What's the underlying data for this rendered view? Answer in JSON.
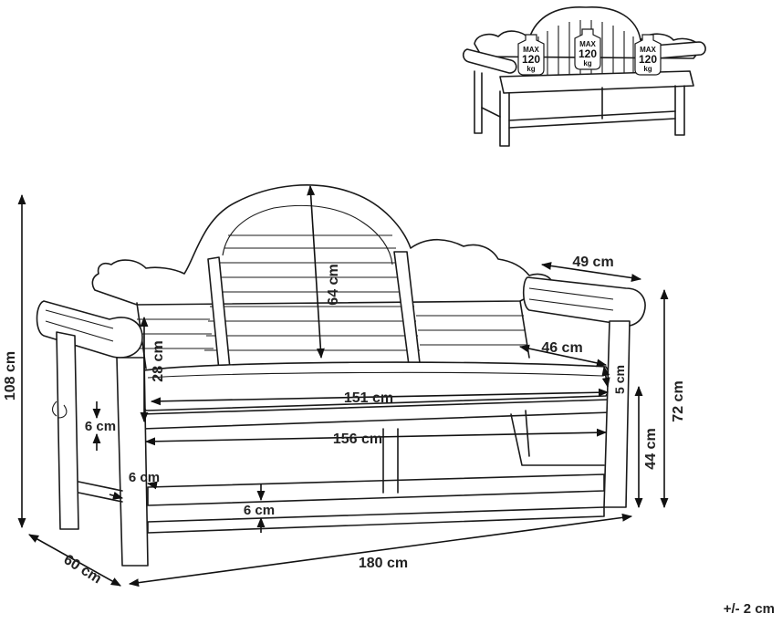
{
  "dimensions": {
    "total_height": "108 cm",
    "depth": "60 cm",
    "total_width": "180 cm",
    "backrest_height": "64 cm",
    "armrest_depth": "49 cm",
    "cushion_depth": "46 cm",
    "seat_back_height": "28 cm",
    "cushion_thickness": "5 cm",
    "cushion_width": "151 cm",
    "seat_width": "156 cm",
    "armrest_height": "72 cm",
    "seat_height": "44 cm",
    "leg_thickness": "6 cm",
    "rail_thickness": "6 cm",
    "stretcher_thickness": "6 cm"
  },
  "weights": [
    {
      "max": "MAX",
      "value": "120",
      "unit": "kg"
    },
    {
      "max": "MAX",
      "value": "120",
      "unit": "kg"
    },
    {
      "max": "MAX",
      "value": "120",
      "unit": "kg"
    }
  ],
  "tolerance": "+/- 2 cm"
}
